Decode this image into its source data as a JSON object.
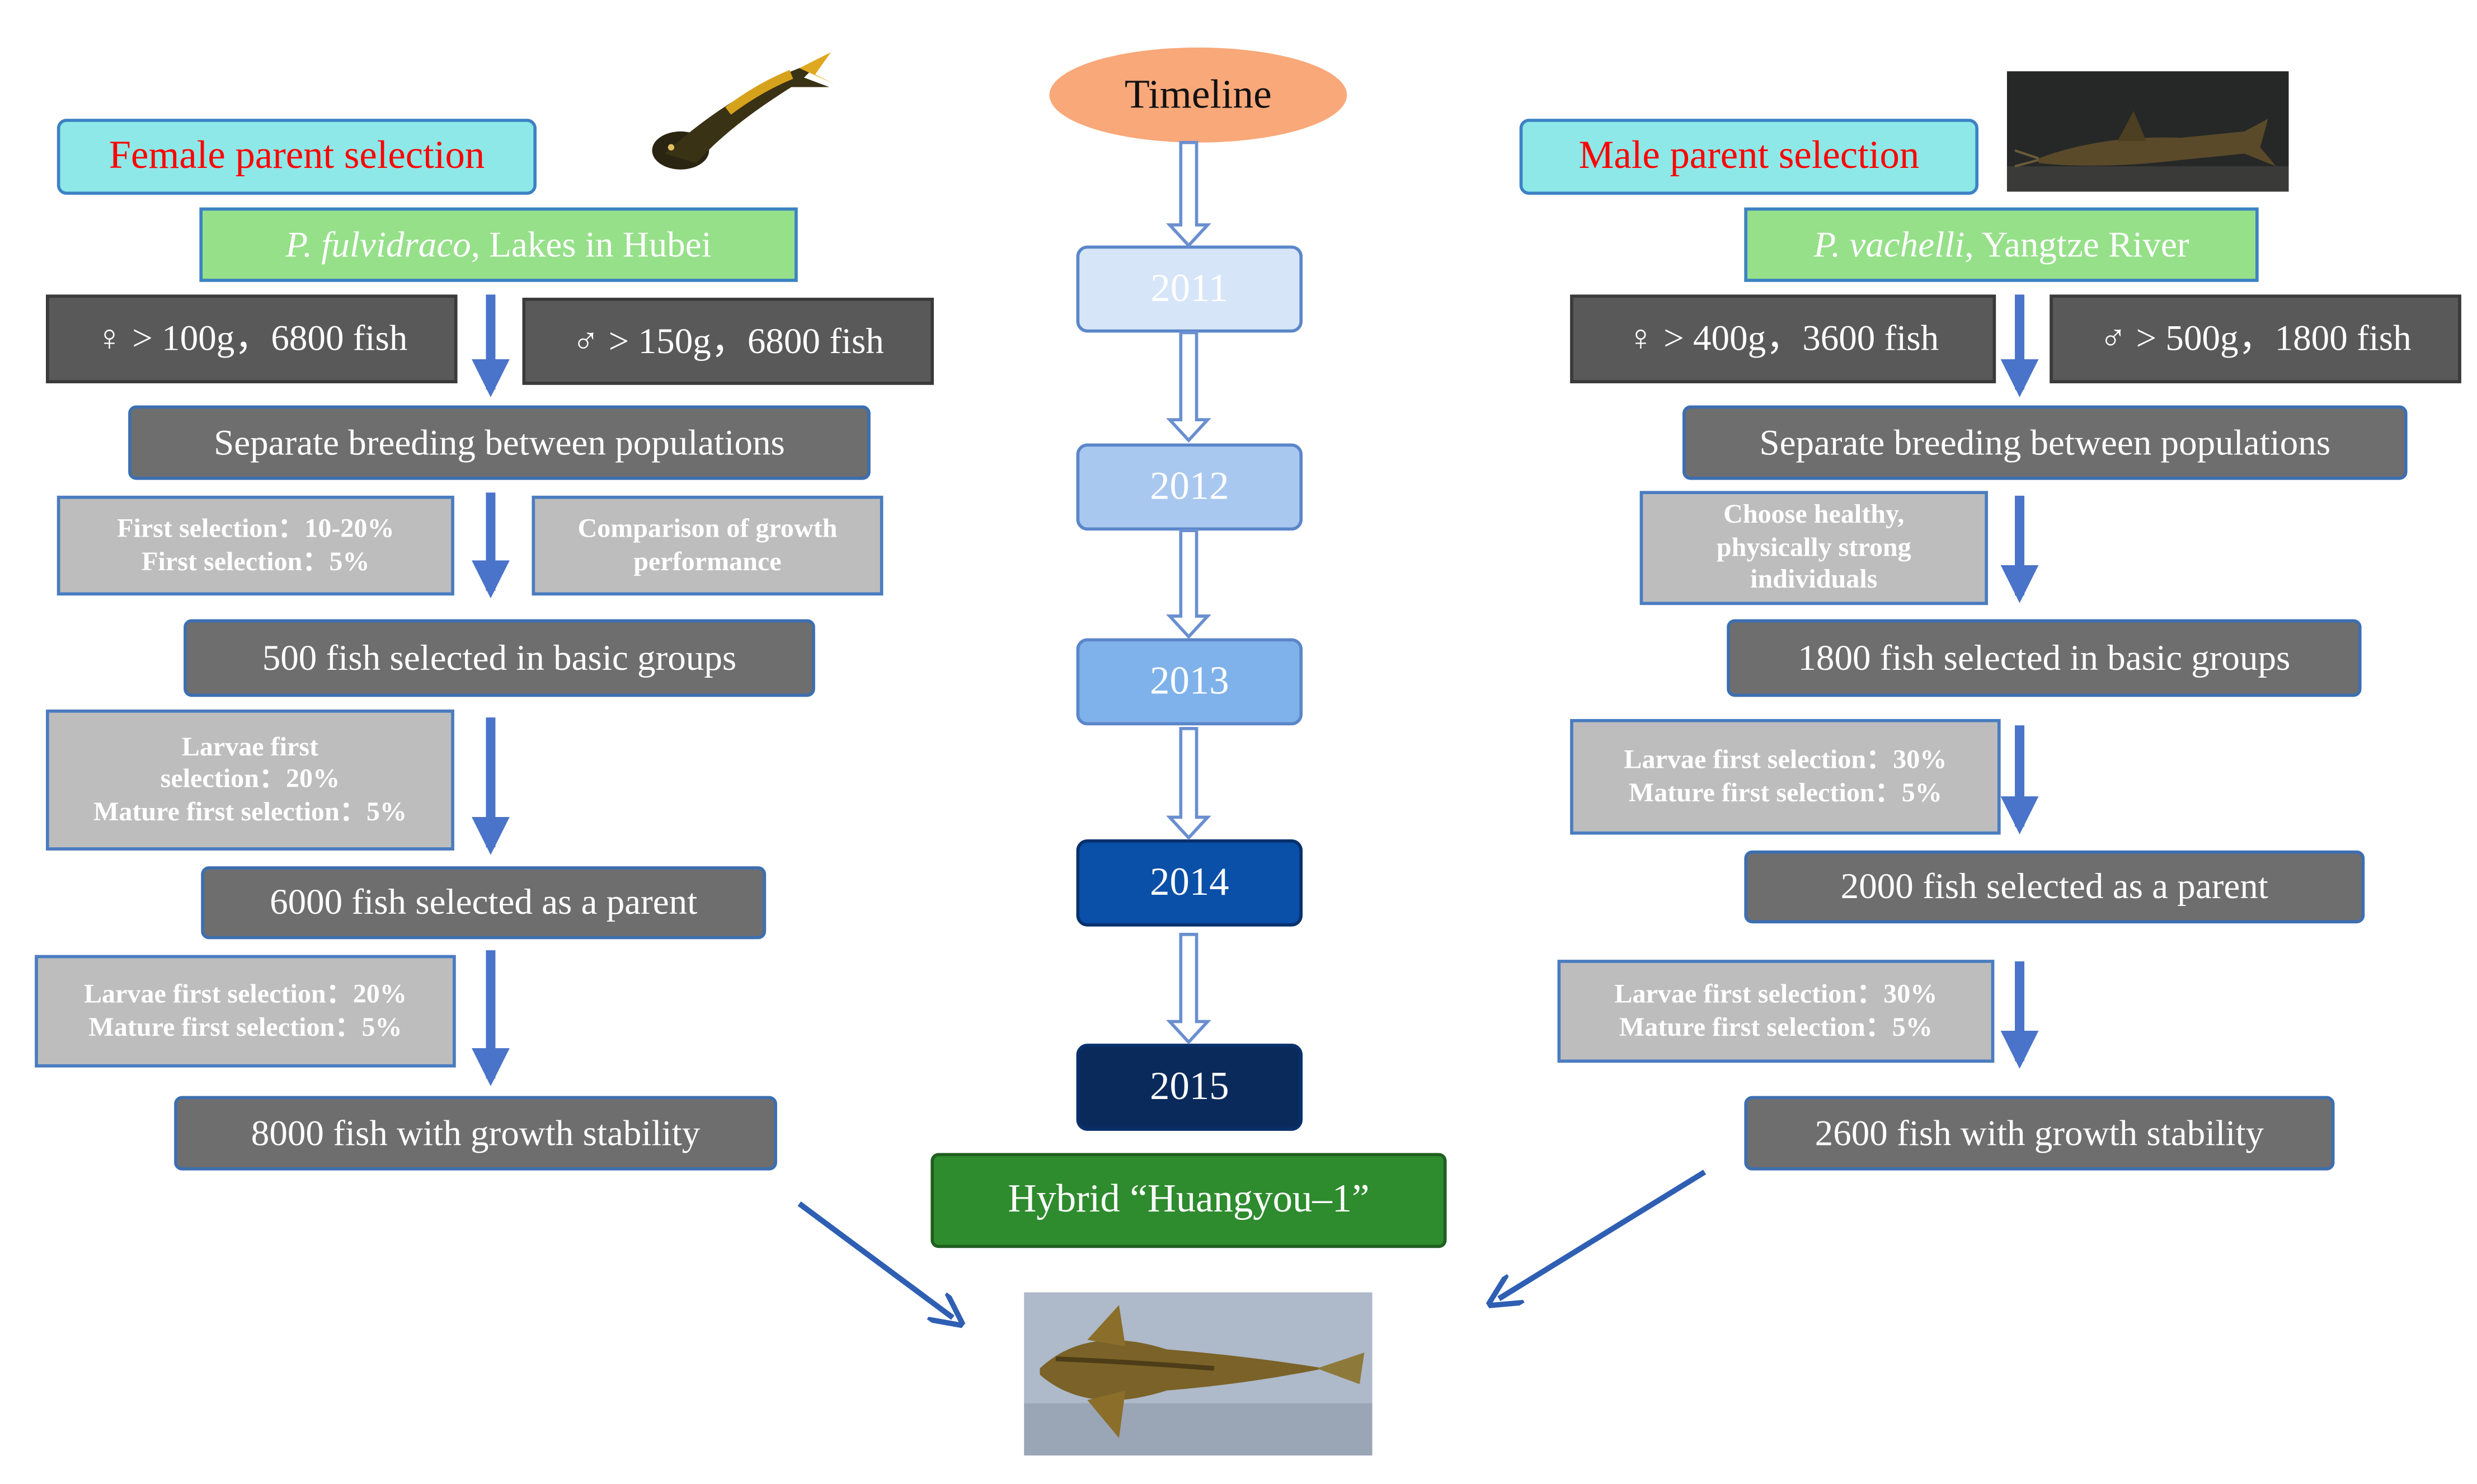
{
  "timeline": {
    "label": "Timeline",
    "years": [
      "2011",
      "2012",
      "2013",
      "2014",
      "2015"
    ],
    "year_colors": [
      "#d7e5f8",
      "#a9c8f0",
      "#7fb2ea",
      "#0a4fa8",
      "#0b2a5c"
    ],
    "year_text_colors": [
      "#ffffff",
      "#ffffff",
      "#ffffff",
      "#ffffff",
      "#ffffff"
    ]
  },
  "female": {
    "title": "Female parent selection",
    "species_italic": "P. fulvidraco",
    "species_rest": ", Lakes in Hubei",
    "female_count": "♀ > 100g，6800 fish",
    "male_count": "♂ > 150g，6800 fish",
    "breeding": "Separate breeding between populations",
    "sel1_line1": "First selection：10-20%",
    "sel1_line2": "First selection：5%",
    "comparison_line1": "Comparison of growth",
    "comparison_line2": "performance",
    "basic_groups": "500 fish selected in basic groups",
    "sel2_line1": "Larvae first",
    "sel2_line2": "selection：20%",
    "sel2_line3": "Mature first selection：5%",
    "parent": "6000 fish selected as a parent",
    "sel3_line1": "Larvae first selection：20%",
    "sel3_line2": "Mature first selection：5%",
    "stability": "8000 fish with growth stability"
  },
  "male": {
    "title": "Male parent selection",
    "species_italic": "P. vachelli",
    "species_rest": ", Yangtze River",
    "female_count": "♀ > 400g，3600 fish",
    "male_count": "♂ > 500g，1800 fish",
    "breeding": "Separate breeding between populations",
    "choose_line1": "Choose healthy,",
    "choose_line2": "physically strong",
    "choose_line3": "individuals",
    "basic_groups": "1800 fish selected in basic groups",
    "sel2_line1": "Larvae first selection：30%",
    "sel2_line2": "Mature first selection：5%",
    "parent": "2000 fish selected as a parent",
    "sel3_line1": "Larvae first selection：30%",
    "sel3_line2": "Mature first selection：5%",
    "stability": "2600 fish with growth stability"
  },
  "hybrid": {
    "label": "Hybrid “Huangyou–1”"
  },
  "colors": {
    "arrow_blue": "#4a74c9",
    "arrow_dark": "#2f5fb3"
  }
}
